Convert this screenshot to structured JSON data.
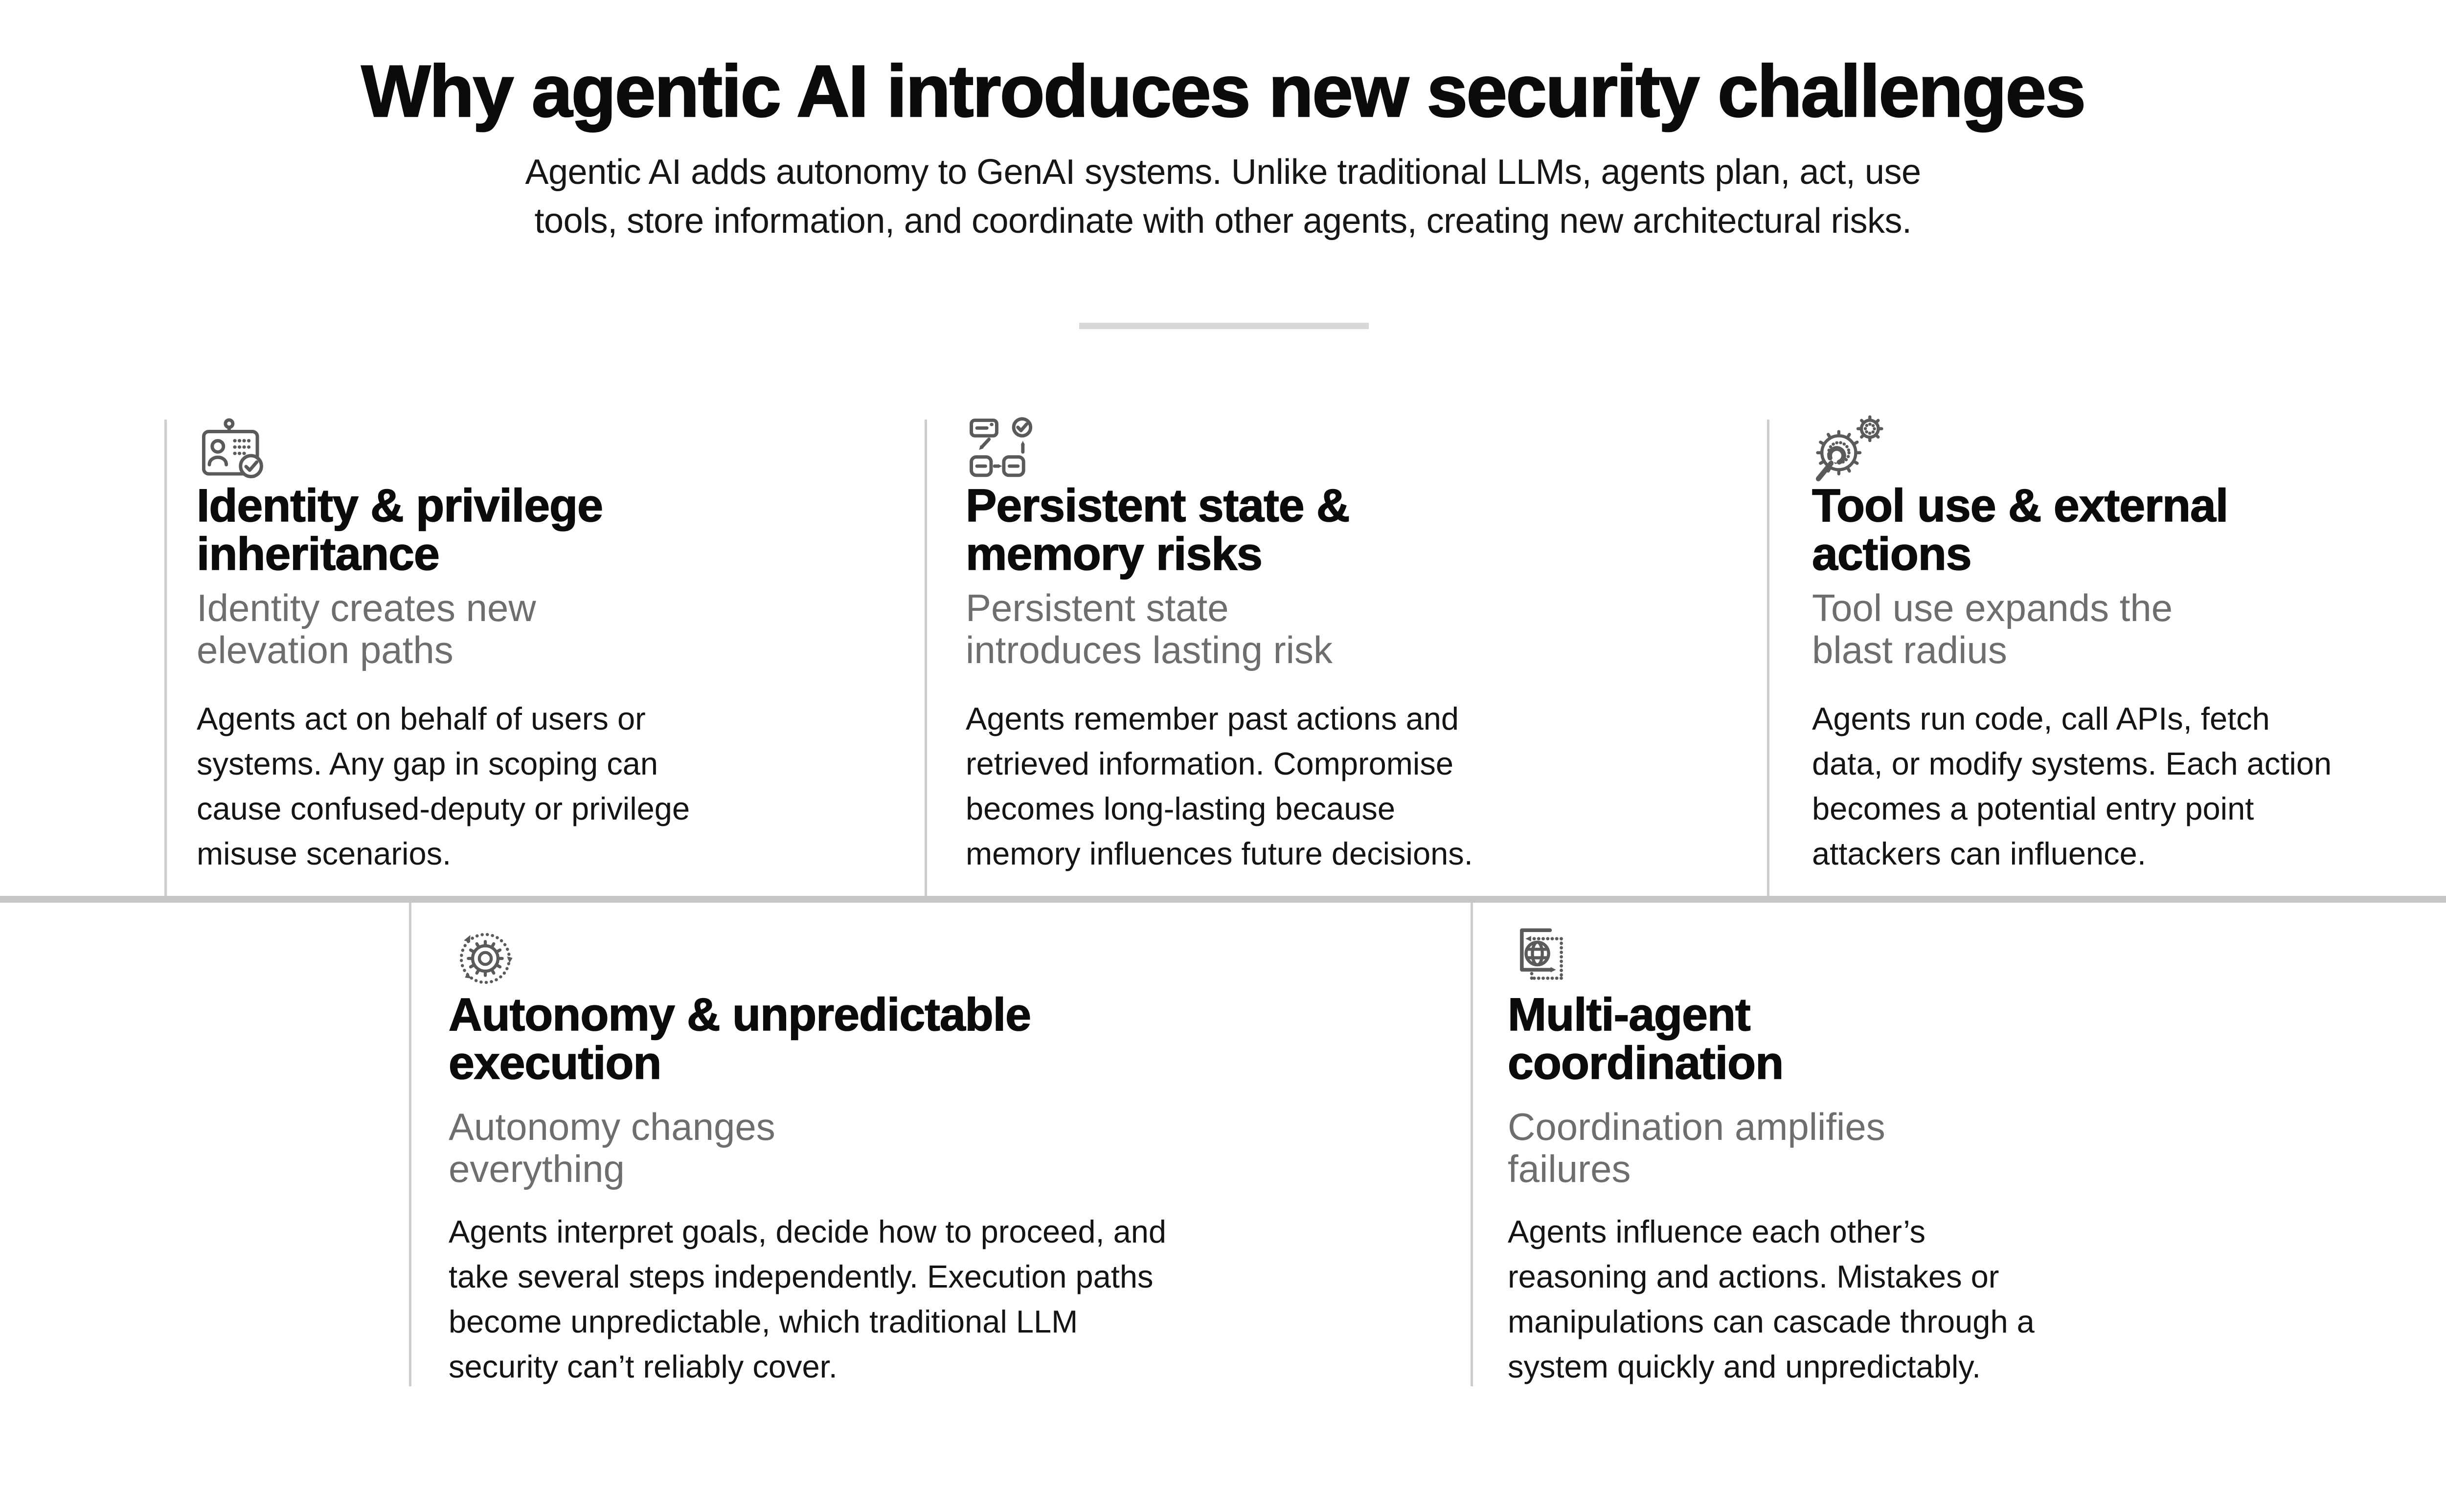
{
  "header": {
    "title": "Why agentic AI introduces new security challenges",
    "subtitle": "Agentic AI adds autonomy to GenAI systems. Unlike traditional LLMs, agents plan, act, use\ntools, store information, and coordinate with other agents, creating new architectural risks."
  },
  "colors": {
    "background": "#ffffff",
    "heading_text": "#0b0b0b",
    "subtitle_gray": "#6e6e6e",
    "body_text": "#141414",
    "icon_stroke": "#5a5a5a",
    "divider_light": "#d8d8d8",
    "divider_row": "#c6c6c6",
    "card_rule": "#cdcdcd"
  },
  "cards": [
    {
      "icon": "id-badge-check-icon",
      "title": "Identity & privilege\ninheritance",
      "subtitle": "Identity creates new\nelevation paths",
      "body": "Agents act on behalf of users or\nsystems. Any gap in scoping can\ncause confused-deputy or privilege\nmisuse scenarios."
    },
    {
      "icon": "state-memory-flow-icon",
      "title": "Persistent state &\nmemory risks",
      "subtitle": "Persistent state\nintroduces lasting risk",
      "body": "Agents remember past actions and\nretrieved information. Compromise\nbecomes long-lasting because\nmemory influences future decisions."
    },
    {
      "icon": "wrench-gear-icon",
      "title": "Tool use & external\nactions",
      "subtitle": "Tool use expands the\nblast radius",
      "body": "Agents run code, call APIs, fetch\ndata, or modify systems. Each action\nbecomes a potential entry point\nattackers can influence."
    },
    {
      "icon": "gear-cycle-icon",
      "title": "Autonomy & unpredictable\nexecution",
      "subtitle": "Autonomy changes\neverything",
      "body": "Agents interpret goals, decide how to proceed, and\ntake several steps independently. Execution paths\nbecome unpredictable, which traditional LLM\nsecurity can’t reliably cover."
    },
    {
      "icon": "globe-handoff-icon",
      "title": "Multi-agent\ncoordination",
      "subtitle": "Coordination amplifies\nfailures",
      "body": "Agents influence each other’s\nreasoning and actions. Mistakes or\nmanipulations can cascade through a\nsystem quickly and unpredictably."
    }
  ]
}
